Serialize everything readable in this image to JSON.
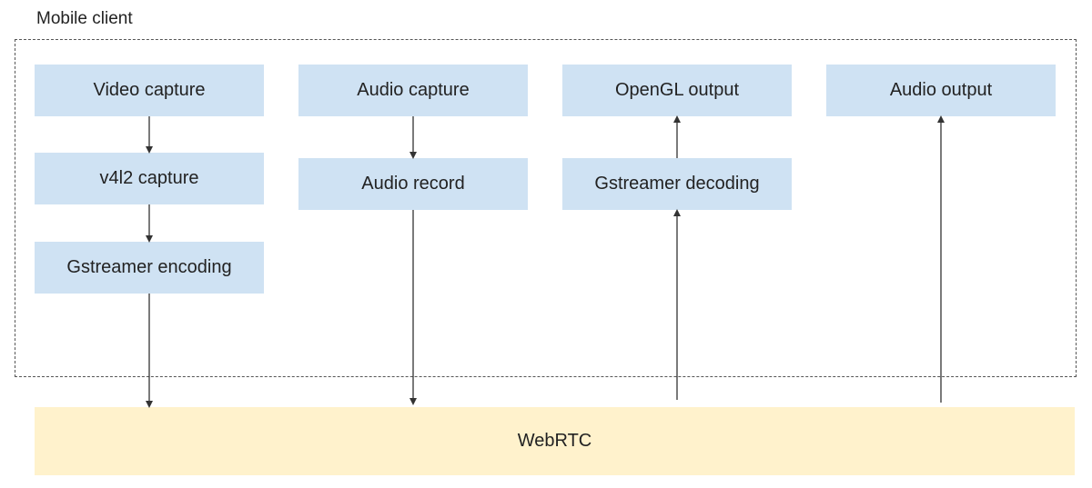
{
  "group": {
    "label": "Mobile client"
  },
  "nodes": {
    "video_capture": "Video capture",
    "v4l2_capture": "v4l2 capture",
    "gstreamer_encoding": "Gstreamer encoding",
    "audio_capture": "Audio capture",
    "audio_record": "Audio record",
    "opengl_output": "OpenGL output",
    "gstreamer_decoding": "Gstreamer decoding",
    "audio_output": "Audio output",
    "webrtc": "WebRTC"
  },
  "colors": {
    "box_blue": "#cfe2f3",
    "box_yellow": "#fff2cc",
    "line": "#333333",
    "dashed_border": "#555555"
  }
}
